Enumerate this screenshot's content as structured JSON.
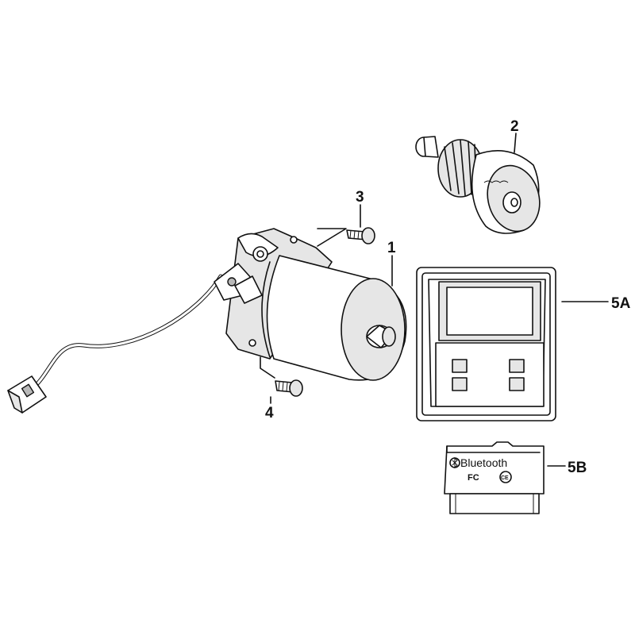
{
  "callouts": {
    "motor": "1",
    "drive_gear": "2",
    "screw_top": "3",
    "screw_bottom": "4",
    "control_panel": "5A",
    "bluetooth_module": "5B"
  },
  "module_label": {
    "brand": "Bluetooth",
    "fc_mark": "FC",
    "ce_mark": "CE"
  }
}
